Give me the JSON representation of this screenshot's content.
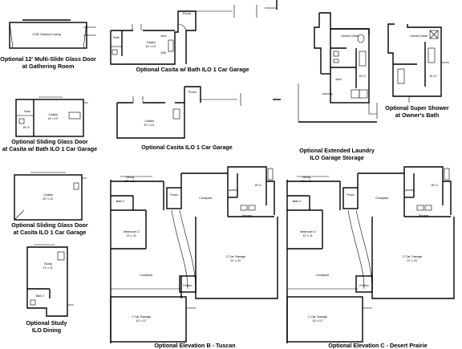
{
  "captions": {
    "multi_slide": [
      "Optional 12' Multi-Slide Glass Door",
      "at Gathering Room"
    ],
    "casita_bath_garage": [
      "Optional Casita w/ Bath ILO 1 Car Garage"
    ],
    "extended_laundry": [
      "Optional Extended Laundry",
      "ILO Garage Storage"
    ],
    "super_shower": [
      "Optional Super Shower",
      "at Owner's Bath"
    ],
    "sliding_casita_bath": [
      "Optional Sliding Glass Door",
      "at Casita w/ Bath ILO 1 Car Garage"
    ],
    "casita_garage": [
      "Optional Casita ILO 1 Car Garage"
    ],
    "sliding_casita": [
      "Optional Sliding Glass Door",
      "at Casita ILO 1 Car Garage"
    ],
    "study": [
      "Optional Study",
      "ILO Dining"
    ],
    "elev_b": [
      "Optional Elevation B - Tuscan"
    ],
    "elev_c": [
      "Optional Elevation C - Desert Prairie"
    ]
  },
  "rooms": {
    "cvd_outdoor_living": "CVD Outdoor Living",
    "porch": "Porch",
    "bath": "Bath",
    "casita": "Casita",
    "casita_size_a": "14' x 13'",
    "casita_size_b": "20' x 13'",
    "casita_size_c": "20' x 12'",
    "owners_bath": "Owner's Bath",
    "laundry": "Laundry",
    "wic": "W.I.C",
    "study": "Study",
    "study_size": "13' x 11'",
    "bath2": "Bath 2",
    "dining": "Dining",
    "dining_size": "13' x 11'",
    "bedroom2": "Bedroom 2",
    "bedroom2_size": "12' x 11'",
    "courtyard": "Courtyard",
    "storage": "Storage",
    "garage2": "2 Car Garage",
    "garage2_size": "21' x 20'",
    "garage1": "1 Car Garage",
    "garage1_size": "10' x 12'",
    "portico": "Portico"
  }
}
